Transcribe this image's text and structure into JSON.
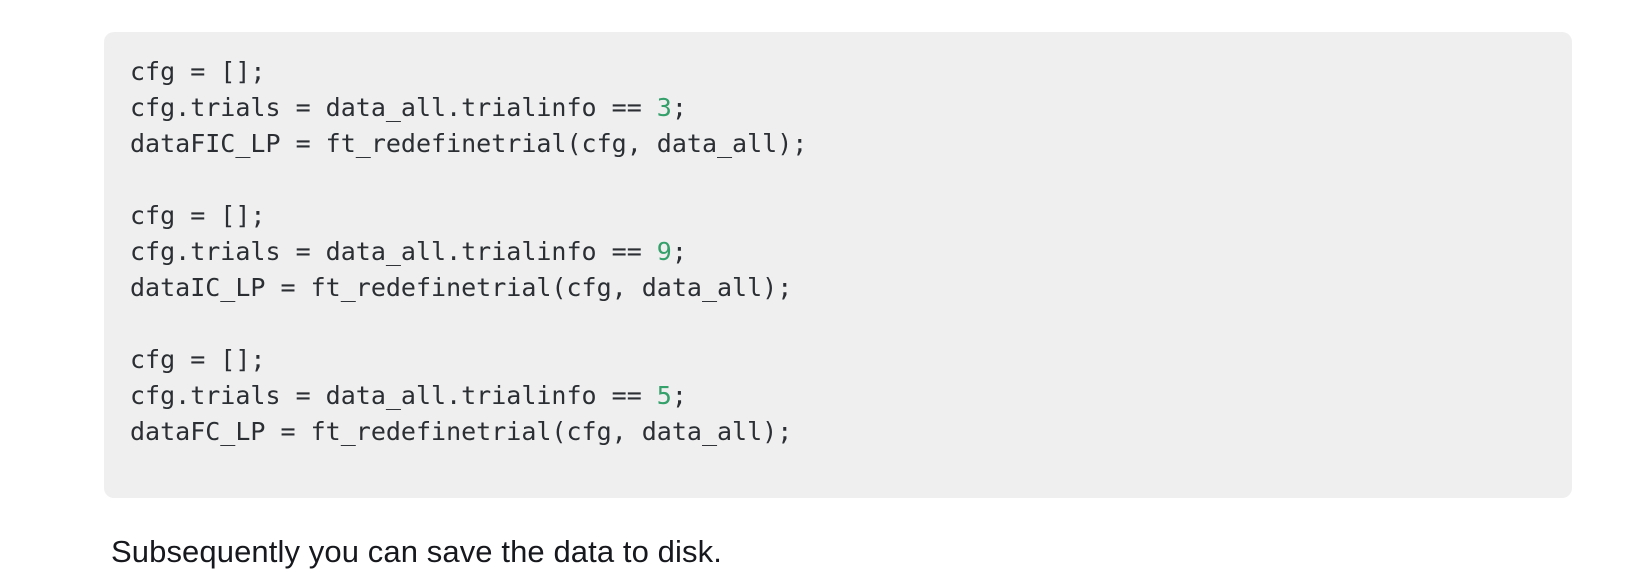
{
  "theme": {
    "page_background": "#ffffff",
    "code_background": "#efeff0",
    "code_text": "#2b2f33",
    "number_token": "#34a06a",
    "paragraph_text": "#16181d"
  },
  "code_block": {
    "language": "matlab",
    "lines": [
      {
        "id": "l1",
        "before": "cfg = [];",
        "number": "",
        "after": ""
      },
      {
        "id": "l2",
        "before": "cfg.trials = data_all.trialinfo == ",
        "number": "3",
        "after": ";"
      },
      {
        "id": "l3",
        "before": "dataFIC_LP = ft_redefinetrial(cfg, data_all);",
        "number": "",
        "after": ""
      },
      {
        "id": "l4",
        "before": "",
        "number": "",
        "after": ""
      },
      {
        "id": "l5",
        "before": "cfg = [];",
        "number": "",
        "after": ""
      },
      {
        "id": "l6",
        "before": "cfg.trials = data_all.trialinfo == ",
        "number": "9",
        "after": ";"
      },
      {
        "id": "l7",
        "before": "dataIC_LP = ft_redefinetrial(cfg, data_all);",
        "number": "",
        "after": ""
      },
      {
        "id": "l8",
        "before": "",
        "number": "",
        "after": ""
      },
      {
        "id": "l9",
        "before": "cfg = [];",
        "number": "",
        "after": ""
      },
      {
        "id": "l10",
        "before": "cfg.trials = data_all.trialinfo == ",
        "number": "5",
        "after": ";"
      },
      {
        "id": "l11",
        "before": "dataFC_LP = ft_redefinetrial(cfg, data_all);",
        "number": "",
        "after": ""
      }
    ]
  },
  "body": {
    "paragraph": "Subsequently you can save the data to disk."
  }
}
